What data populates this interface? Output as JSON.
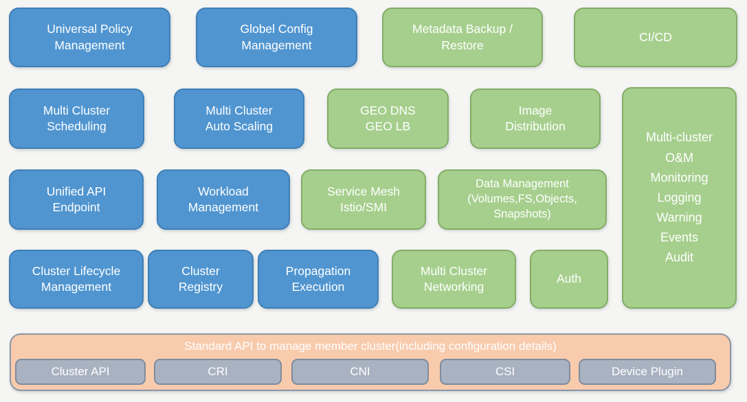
{
  "blocks": {
    "universal_policy": "Universal Policy\nManagement",
    "global_config": "Globel Config\nManagement",
    "metadata_backup": "Metadata Backup /\nRestore",
    "cicd": "CI/CD",
    "multi_cluster_scheduling": "Multi Cluster\nScheduling",
    "multi_cluster_auto_scaling": "Multi Cluster\nAuto Scaling",
    "geo_dns_lb": "GEO DNS\nGEO LB",
    "image_distribution": "Image\nDistribution",
    "om_stack": "Multi-cluster\nO&M\nMonitoring\nLogging\nWarning\nEvents\nAudit",
    "unified_api_endpoint": "Unified API\nEndpoint",
    "workload_management": "Workload\nManagement",
    "service_mesh": "Service Mesh\nIstio/SMI",
    "data_management": "Data Management\n(Volumes,FS,Objects,\nSnapshots)",
    "cluster_lifecycle": "Cluster Lifecycle\nManagement",
    "cluster_registry": "Cluster\nRegistry",
    "propagation_execution": "Propagation\nExecution",
    "multi_cluster_networking": "Multi Cluster\nNetworking",
    "auth": "Auth"
  },
  "standard_api_bar": {
    "title": "Standard API to manage member cluster(including configuration details)",
    "items": {
      "cluster_api": "Cluster API",
      "cri": "CRI",
      "cni": "CNI",
      "csi": "CSI",
      "device_plugin": "Device Plugin"
    }
  },
  "colors": {
    "blue_block": "#5095d0",
    "green_block": "#a6cf8d",
    "orange_bar": "#f8cbad",
    "gray_item": "#a9b2c1",
    "text": "#ffffff"
  }
}
